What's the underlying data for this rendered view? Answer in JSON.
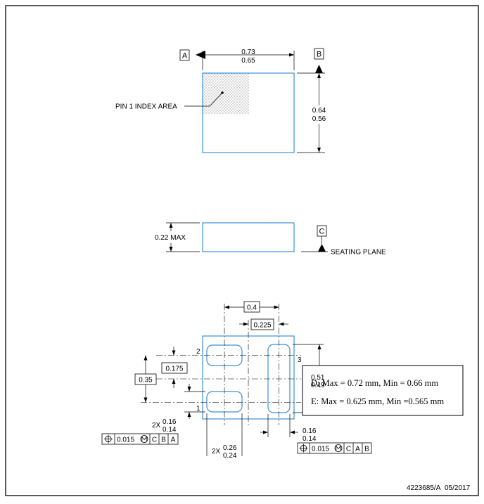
{
  "top_view": {
    "datum_a": "A",
    "datum_b": "B",
    "width_max": "0.73",
    "width_min": "0.65",
    "height_max": "0.64",
    "height_min": "0.56",
    "pin1_label": "PIN 1 INDEX AREA"
  },
  "side_view": {
    "height_label": "0.22 MAX",
    "datum_c": "C",
    "seating_label": "SEATING PLANE"
  },
  "bottom_view": {
    "pitch_x": "0.4",
    "offset_x": "0.225",
    "pin_2": "2",
    "pin_1": "1",
    "pin_3": "3",
    "pitch_y": "0.175",
    "span_y": "0.35",
    "pad3_len_max": "0.51",
    "pad3_len_min": "0.49",
    "pad_h_prefix": "2X",
    "pad_h_max": "0.16",
    "pad_h_min": "0.14",
    "pad_w_prefix": "2X",
    "pad_w_max": "0.26",
    "pad_w_min": "0.24",
    "pad3_w_max": "0.16",
    "pad3_w_min": "0.14",
    "tol_left": {
      "value": "0.015",
      "d1": "C",
      "d2": "B",
      "d3": "A"
    },
    "tol_right": {
      "value": "0.015",
      "d1": "C",
      "d2": "A",
      "d3": "B"
    }
  },
  "note": {
    "line1": "D: Max =  0.72 mm, Min =  0.66 mm",
    "line2": "E: Max = 0.625 mm, Min =0.565 mm"
  },
  "footer": {
    "code": "4223685/A",
    "date": "05/2017"
  },
  "colors": {
    "outline": "#3d8fd6",
    "ink": "#000000"
  }
}
